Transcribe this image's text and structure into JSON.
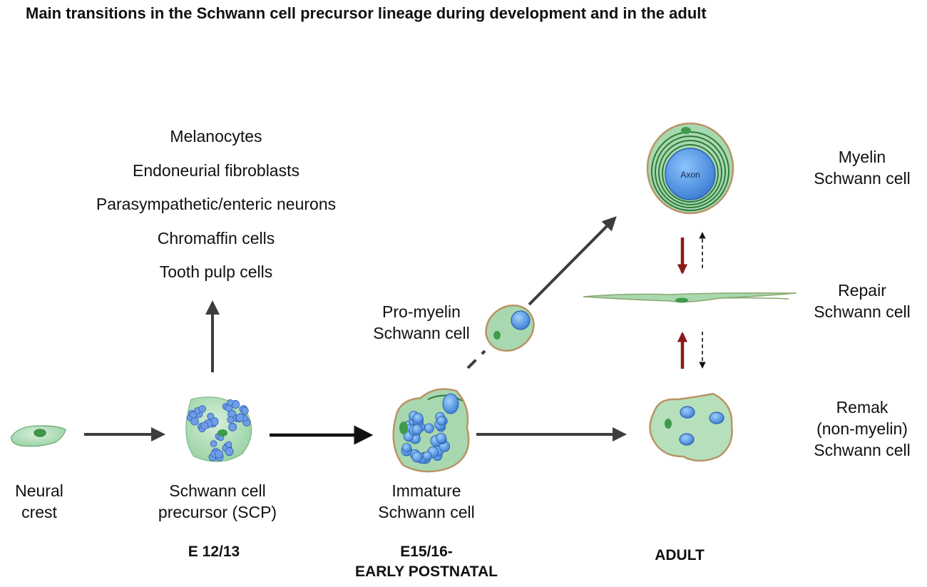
{
  "title": "Main transitions in the Schwann cell precursor lineage during development and in the adult",
  "fates": [
    "Melanocytes",
    "Endoneurial fibroblasts",
    "Parasympathetic/enteric neurons",
    "Chromaffin cells",
    "Tooth pulp cells"
  ],
  "cells": {
    "neural_crest": [
      "Neural",
      "crest"
    ],
    "scp": [
      "Schwann cell",
      "precursor (SCP)"
    ],
    "immature": [
      "Immature",
      "Schwann cell"
    ],
    "promyelin": [
      "Pro-myelin",
      "Schwann cell"
    ],
    "myelin": [
      "Myelin",
      "Schwann cell"
    ],
    "repair": [
      "Repair",
      "Schwann cell"
    ],
    "remak": [
      "Remak",
      "(non-myelin)",
      "Schwann  cell"
    ],
    "axon": "Axon"
  },
  "stages": {
    "e12": "E 12/13",
    "e15": [
      "E15/16-",
      "EARLY POSTNATAL"
    ],
    "adult": "ADULT"
  },
  "colors": {
    "cell_fill": "#a8d8b0",
    "cell_border": "#c9a77c",
    "nucleus": "#3f9a4c",
    "axon_blue": "#4c8fd6",
    "arrow_gray": "#3d3d3d",
    "arrow_red": "#8b1a1a"
  }
}
